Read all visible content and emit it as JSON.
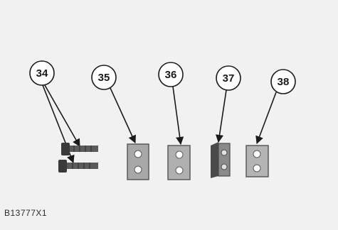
{
  "figure": {
    "id_label": "B13777X1",
    "callouts": [
      {
        "number": "34",
        "part": "bolts"
      },
      {
        "number": "35",
        "part": "plate"
      },
      {
        "number": "36",
        "part": "plate"
      },
      {
        "number": "37",
        "part": "bracket"
      },
      {
        "number": "38",
        "part": "plate"
      }
    ]
  }
}
